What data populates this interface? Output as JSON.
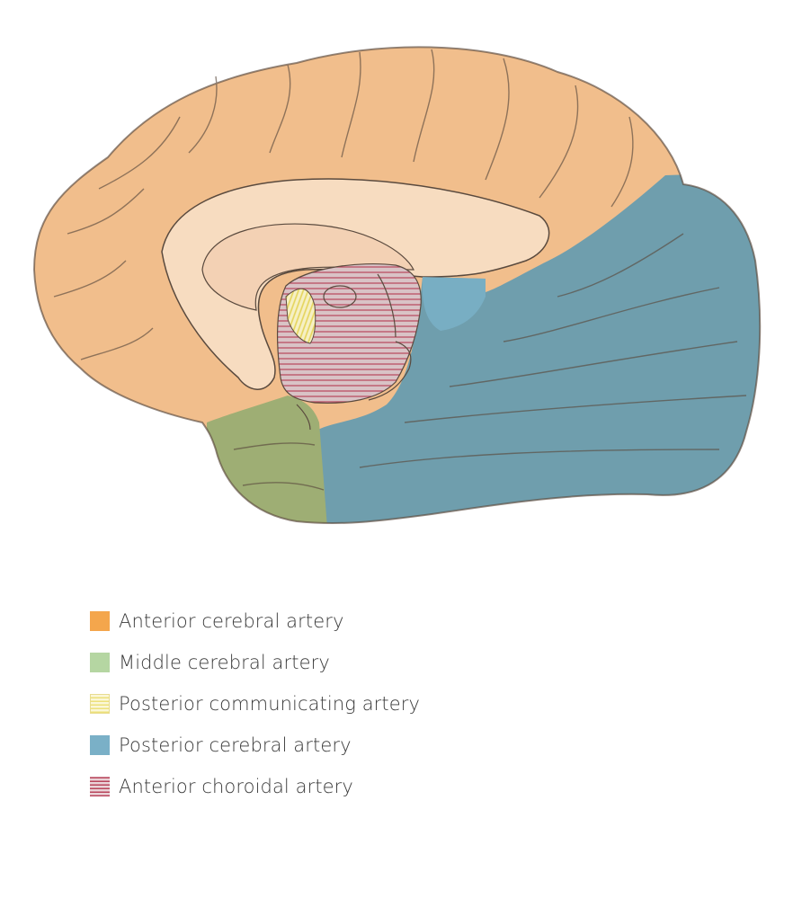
{
  "colors": {
    "anterior_cerebral": "#f1be8c",
    "middle_cerebral": "#9eae74",
    "posterior_cerebral": "#6f9ead",
    "posterior_communicating": "#eee27a",
    "anterior_choroidal": "#b8455b",
    "corpus_callosum": "#f7dcc0",
    "outline": "#5a4a3e"
  },
  "legend": {
    "items": [
      {
        "label": "Anterior cerebral artery",
        "swatch": "solid",
        "color": "#f4a64c"
      },
      {
        "label": "Middle cerebral artery",
        "swatch": "solid",
        "color": "#b5d6a2"
      },
      {
        "label": "Posterior communicating artery",
        "swatch": "hatch",
        "color": "#ece07a"
      },
      {
        "label": "Posterior cerebral artery",
        "swatch": "solid",
        "color": "#7ab0c7"
      },
      {
        "label": "Anterior choroidal artery",
        "swatch": "hatch",
        "color": "#b8455b"
      }
    ]
  }
}
